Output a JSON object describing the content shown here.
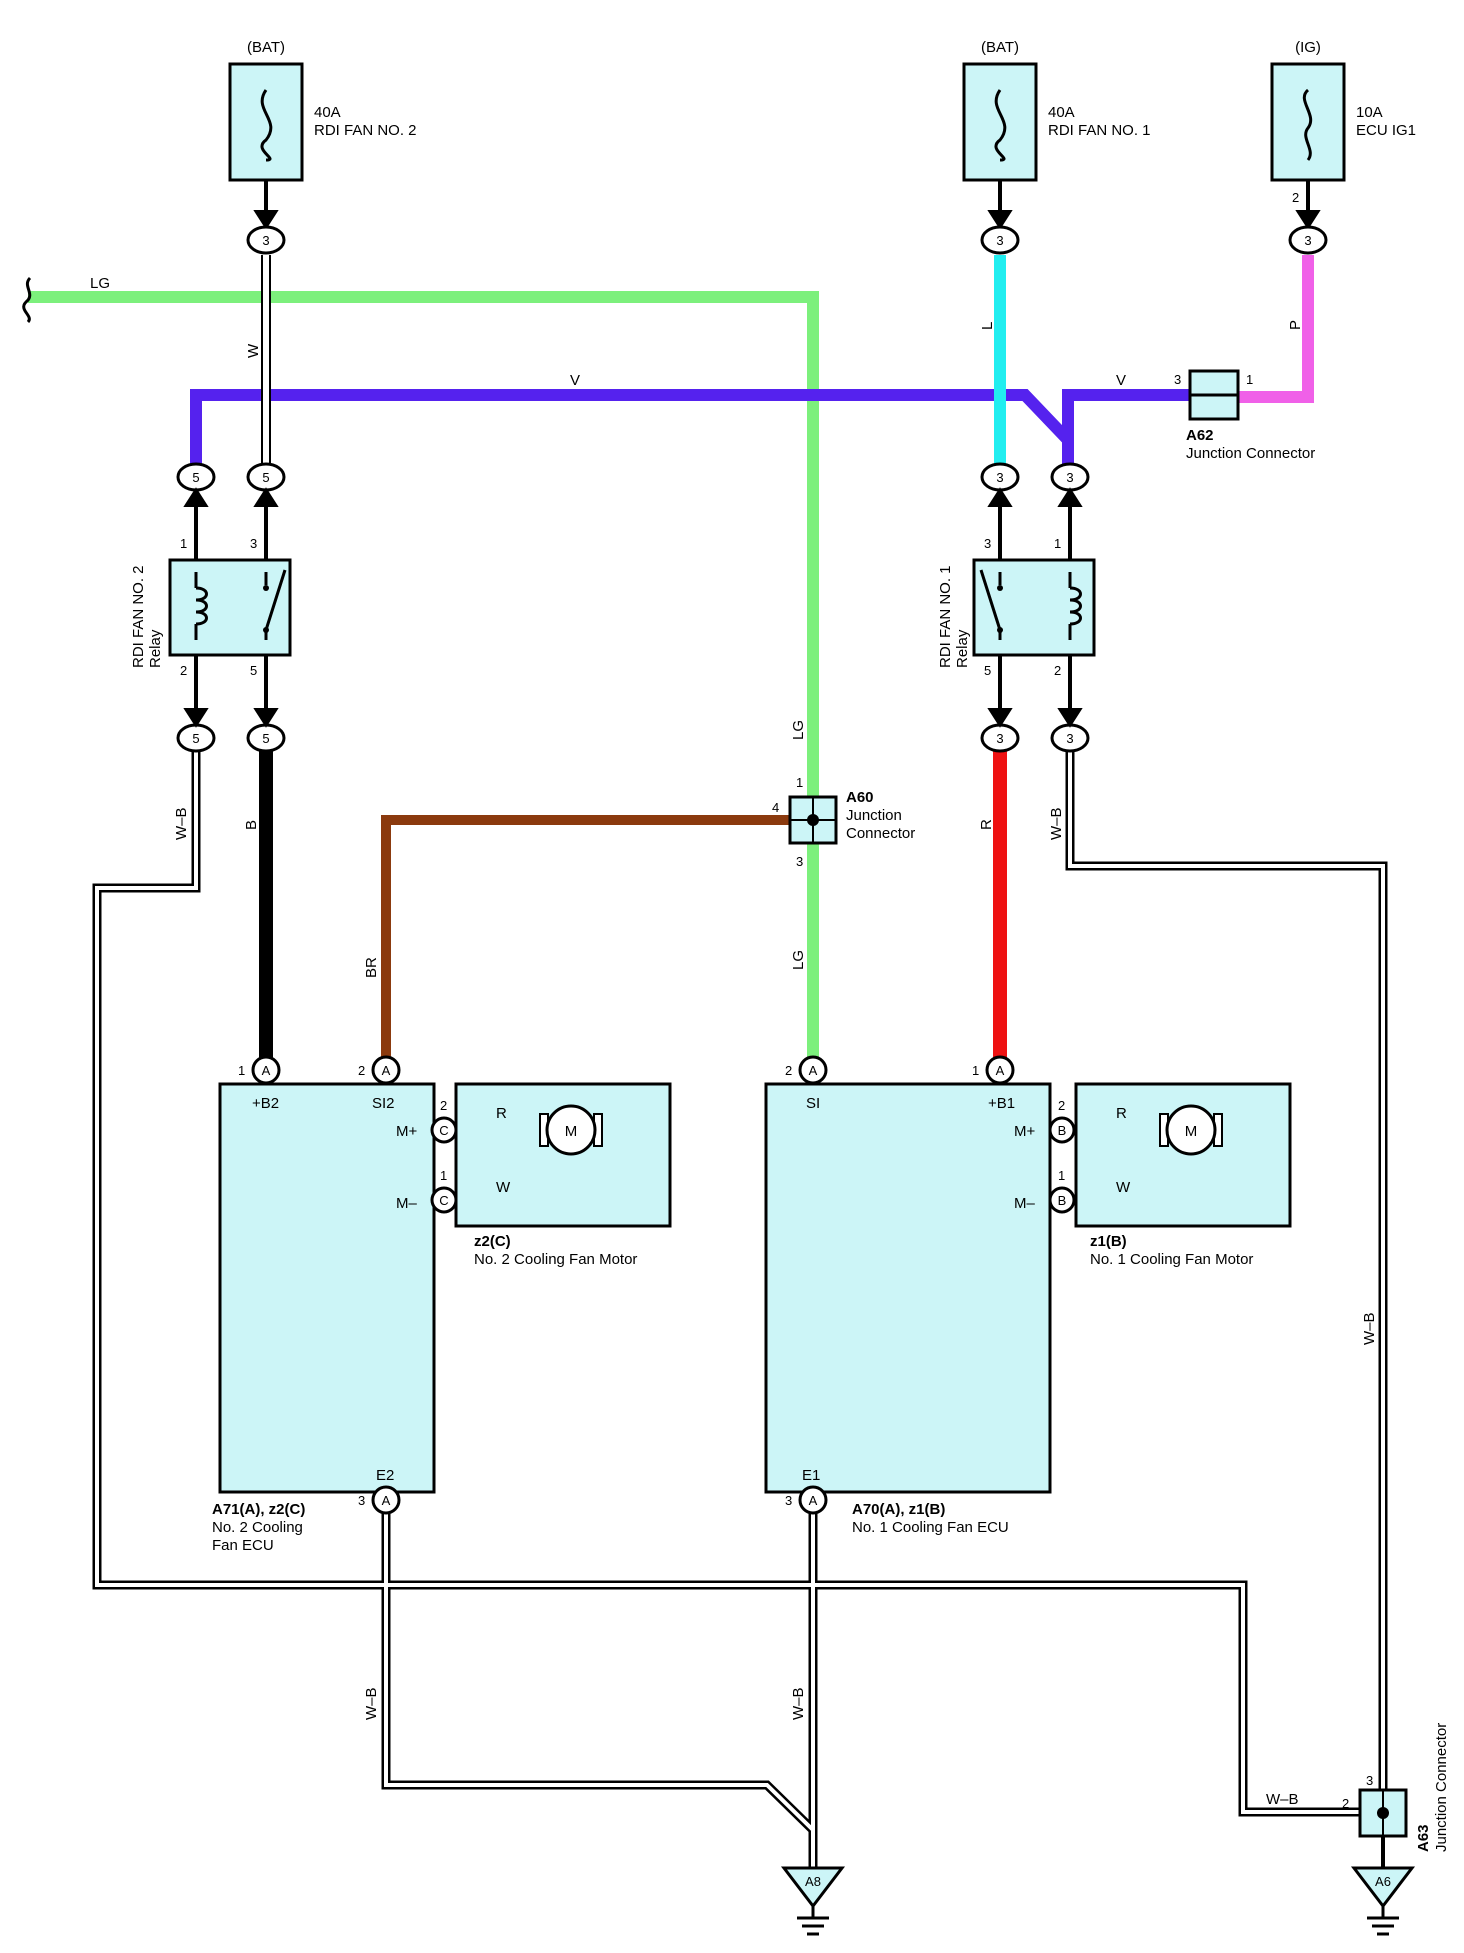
{
  "fuses": [
    {
      "source": "(BAT)",
      "rating": "40A",
      "name": "RDI FAN NO. 2"
    },
    {
      "source": "(BAT)",
      "rating": "40A",
      "name": "RDI FAN NO. 1"
    },
    {
      "source": "(IG)",
      "rating": "10A",
      "name": "ECU IG1"
    }
  ],
  "wire_colors": {
    "lg": "LG",
    "w": "W",
    "v": "V",
    "l": "L",
    "p": "P",
    "b": "B",
    "br": "BR",
    "r": "R",
    "wb": "W–B"
  },
  "colors": {
    "lg": "#7cf07c",
    "v": "#5522ee",
    "l": "#22eef0",
    "p": "#f060e8",
    "br": "#8b3a0e",
    "r": "#ee1111",
    "b": "#000000",
    "panel": "#ccf5f7"
  },
  "relays": [
    {
      "name": "RDI FAN NO. 2",
      "type": "Relay"
    },
    {
      "name": "RDI FAN NO. 1",
      "type": "Relay"
    }
  ],
  "junctions": {
    "a62": {
      "code": "A62",
      "desc": "Junction Connector"
    },
    "a60": {
      "code": "A60",
      "desc1": "Junction",
      "desc2": "Connector"
    },
    "a63": {
      "code": "A63",
      "desc": "Junction Connector"
    }
  },
  "ecus": [
    {
      "code": "A71(A), z2(C)",
      "name1": "No.  2 Cooling",
      "name2": "Fan ECU",
      "pin_b": "+B2",
      "pin_si": "SI2",
      "pin_e": "E2",
      "pin_mp": "M+",
      "pin_mn": "M–"
    },
    {
      "code": "A70(A), z1(B)",
      "name1": "No.  1 Cooling Fan ECU",
      "pin_b": "+B1",
      "pin_si": "SI",
      "pin_e": "E1",
      "pin_mp": "M+",
      "pin_mn": "M–"
    }
  ],
  "motors": [
    {
      "code": "z2(C)",
      "name": "No.  2 Cooling Fan Motor",
      "symbol": "M"
    },
    {
      "code": "z1(B)",
      "name": "No.  1 Cooling Fan Motor",
      "symbol": "M"
    }
  ],
  "grounds": [
    {
      "code": "A8"
    },
    {
      "code": "A6"
    }
  ],
  "connector_letters": {
    "a": "A",
    "b": "B",
    "c": "C"
  },
  "pins": {
    "p1": "1",
    "p2": "2",
    "p3": "3",
    "p4": "4",
    "p5": "5"
  }
}
